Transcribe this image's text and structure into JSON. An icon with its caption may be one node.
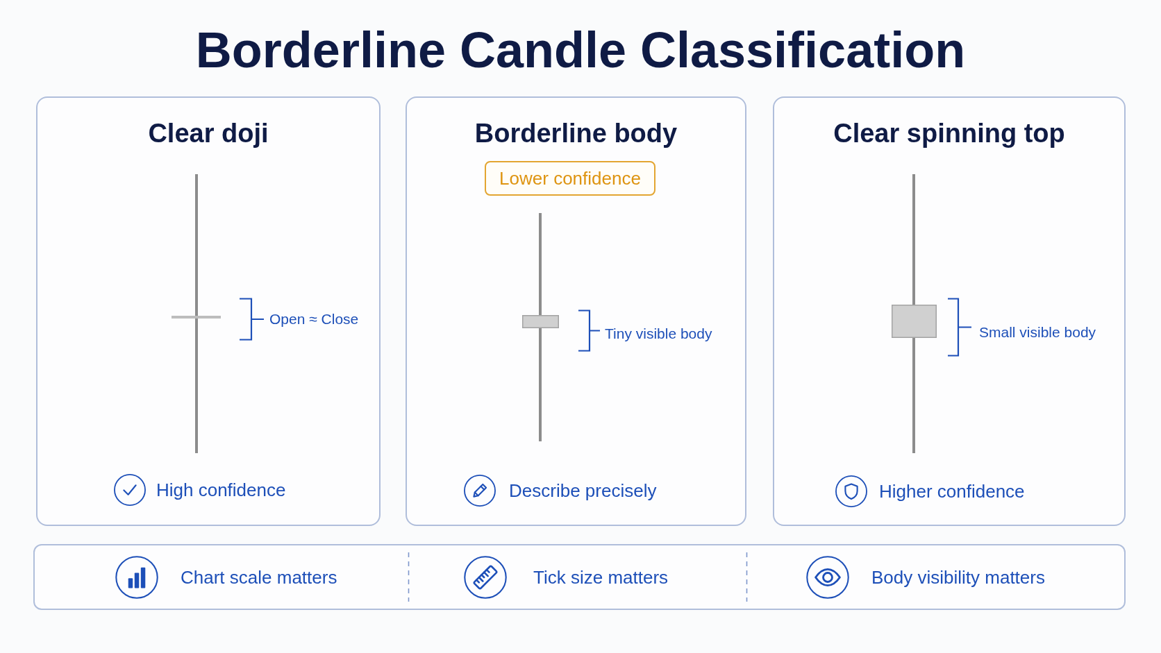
{
  "diagram": {
    "title": "Borderline Candle Classification",
    "nodes": [
      {
        "text": [
          "Clear doji",
          "Open ≈ Close",
          "High confidence"
        ]
      },
      {
        "text": [
          "Borderline body",
          "Tiny visible body",
          "Describe precisely"
        ]
      },
      {
        "text": [
          "Lower confidence"
        ],
        "in": 1
      },
      {
        "text": [
          "Clear spinning top",
          "Small visible body",
          "Higher confidence"
        ]
      },
      {
        "text": [
          "Chart scale matters",
          "Tick size matters",
          "Body visibility matters"
        ]
      }
    ]
  }
}
